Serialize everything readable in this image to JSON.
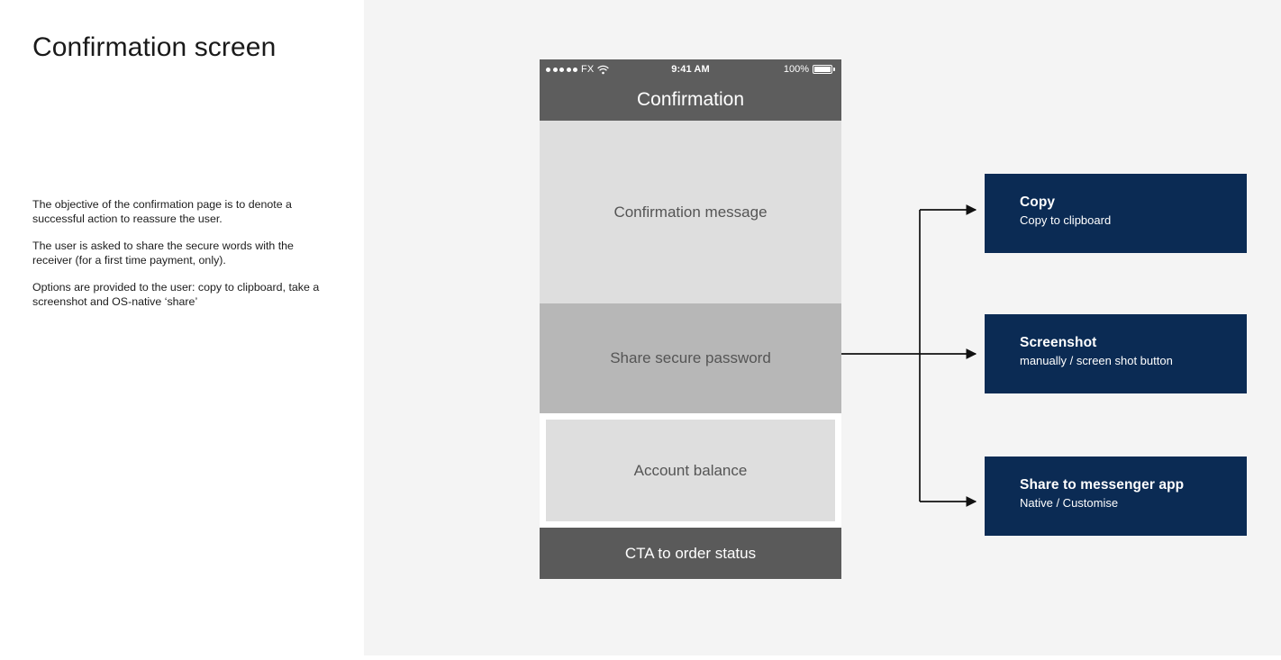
{
  "notes": {
    "title": "Confirmation screen",
    "paragraphs": [
      "The objective of the confirmation page is to denote a successful action to reassure the user.",
      "The user is asked to share the secure words with the receiver (for a first time payment, only).",
      "Options are provided to the user: copy to clipboard, take a screenshot and OS-native ‘share’"
    ]
  },
  "phone": {
    "status_bar": {
      "carrier": "FX",
      "signal_dots": 5,
      "wifi_icon": "wifi-icon",
      "time": "9:41 AM",
      "battery_percent": "100%",
      "battery_icon": "battery-full-icon"
    },
    "nav_title": "Confirmation",
    "blocks": {
      "confirmation_message": "Confirmation message",
      "share_secure_password": "Share secure password",
      "account_balance": "Account balance",
      "cta": "CTA to order status"
    }
  },
  "cards": [
    {
      "title": "Copy",
      "subtitle": "Copy to clipboard"
    },
    {
      "title": "Screenshot",
      "subtitle": "manually / screen shot button"
    },
    {
      "title": "Share to messenger app",
      "subtitle": "Native / Customise"
    }
  ],
  "colors": {
    "workspace_bg": "#f4f4f4",
    "card_navy": "#0b2b54",
    "nav_gray": "#5d5d5d",
    "cta_gray": "#5a5a5a",
    "block_light": "#dedede",
    "block_mid": "#b7b7b7",
    "connector": "#111111"
  }
}
